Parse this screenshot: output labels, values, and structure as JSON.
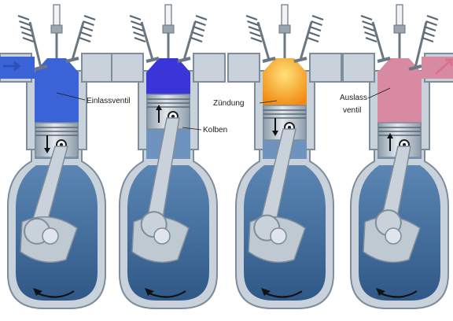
{
  "labels": {
    "intake_valve": "Einlassventil",
    "piston": "Kolben",
    "ignition": "Zündung",
    "exhaust_valve_line1": "Auslass-",
    "exhaust_valve_line2": "ventil"
  },
  "colors": {
    "metal": "#c9d2da",
    "metal_dark": "#7e8d9b",
    "crankcase": "#3f6c9c",
    "intake_mixture": "#3b63d8",
    "compression_mixture": "#3a35d8",
    "ignition": "#f4a21a",
    "exhaust_gas": "#d88aa3",
    "arrow_in": "#2c4fb8",
    "arrow_out": "#d9708f"
  },
  "strokes": [
    {
      "name": "intake",
      "chamber_fill": "intake_mixture",
      "piston_moving": "down",
      "intake_open": true,
      "exhaust_open": false
    },
    {
      "name": "compression",
      "chamber_fill": "compression_mixture",
      "piston_moving": "up",
      "intake_open": false,
      "exhaust_open": false
    },
    {
      "name": "power",
      "chamber_fill": "ignition",
      "piston_moving": "down",
      "intake_open": false,
      "exhaust_open": false
    },
    {
      "name": "exhaust",
      "chamber_fill": "exhaust_gas",
      "piston_moving": "up",
      "intake_open": false,
      "exhaust_open": true
    }
  ]
}
